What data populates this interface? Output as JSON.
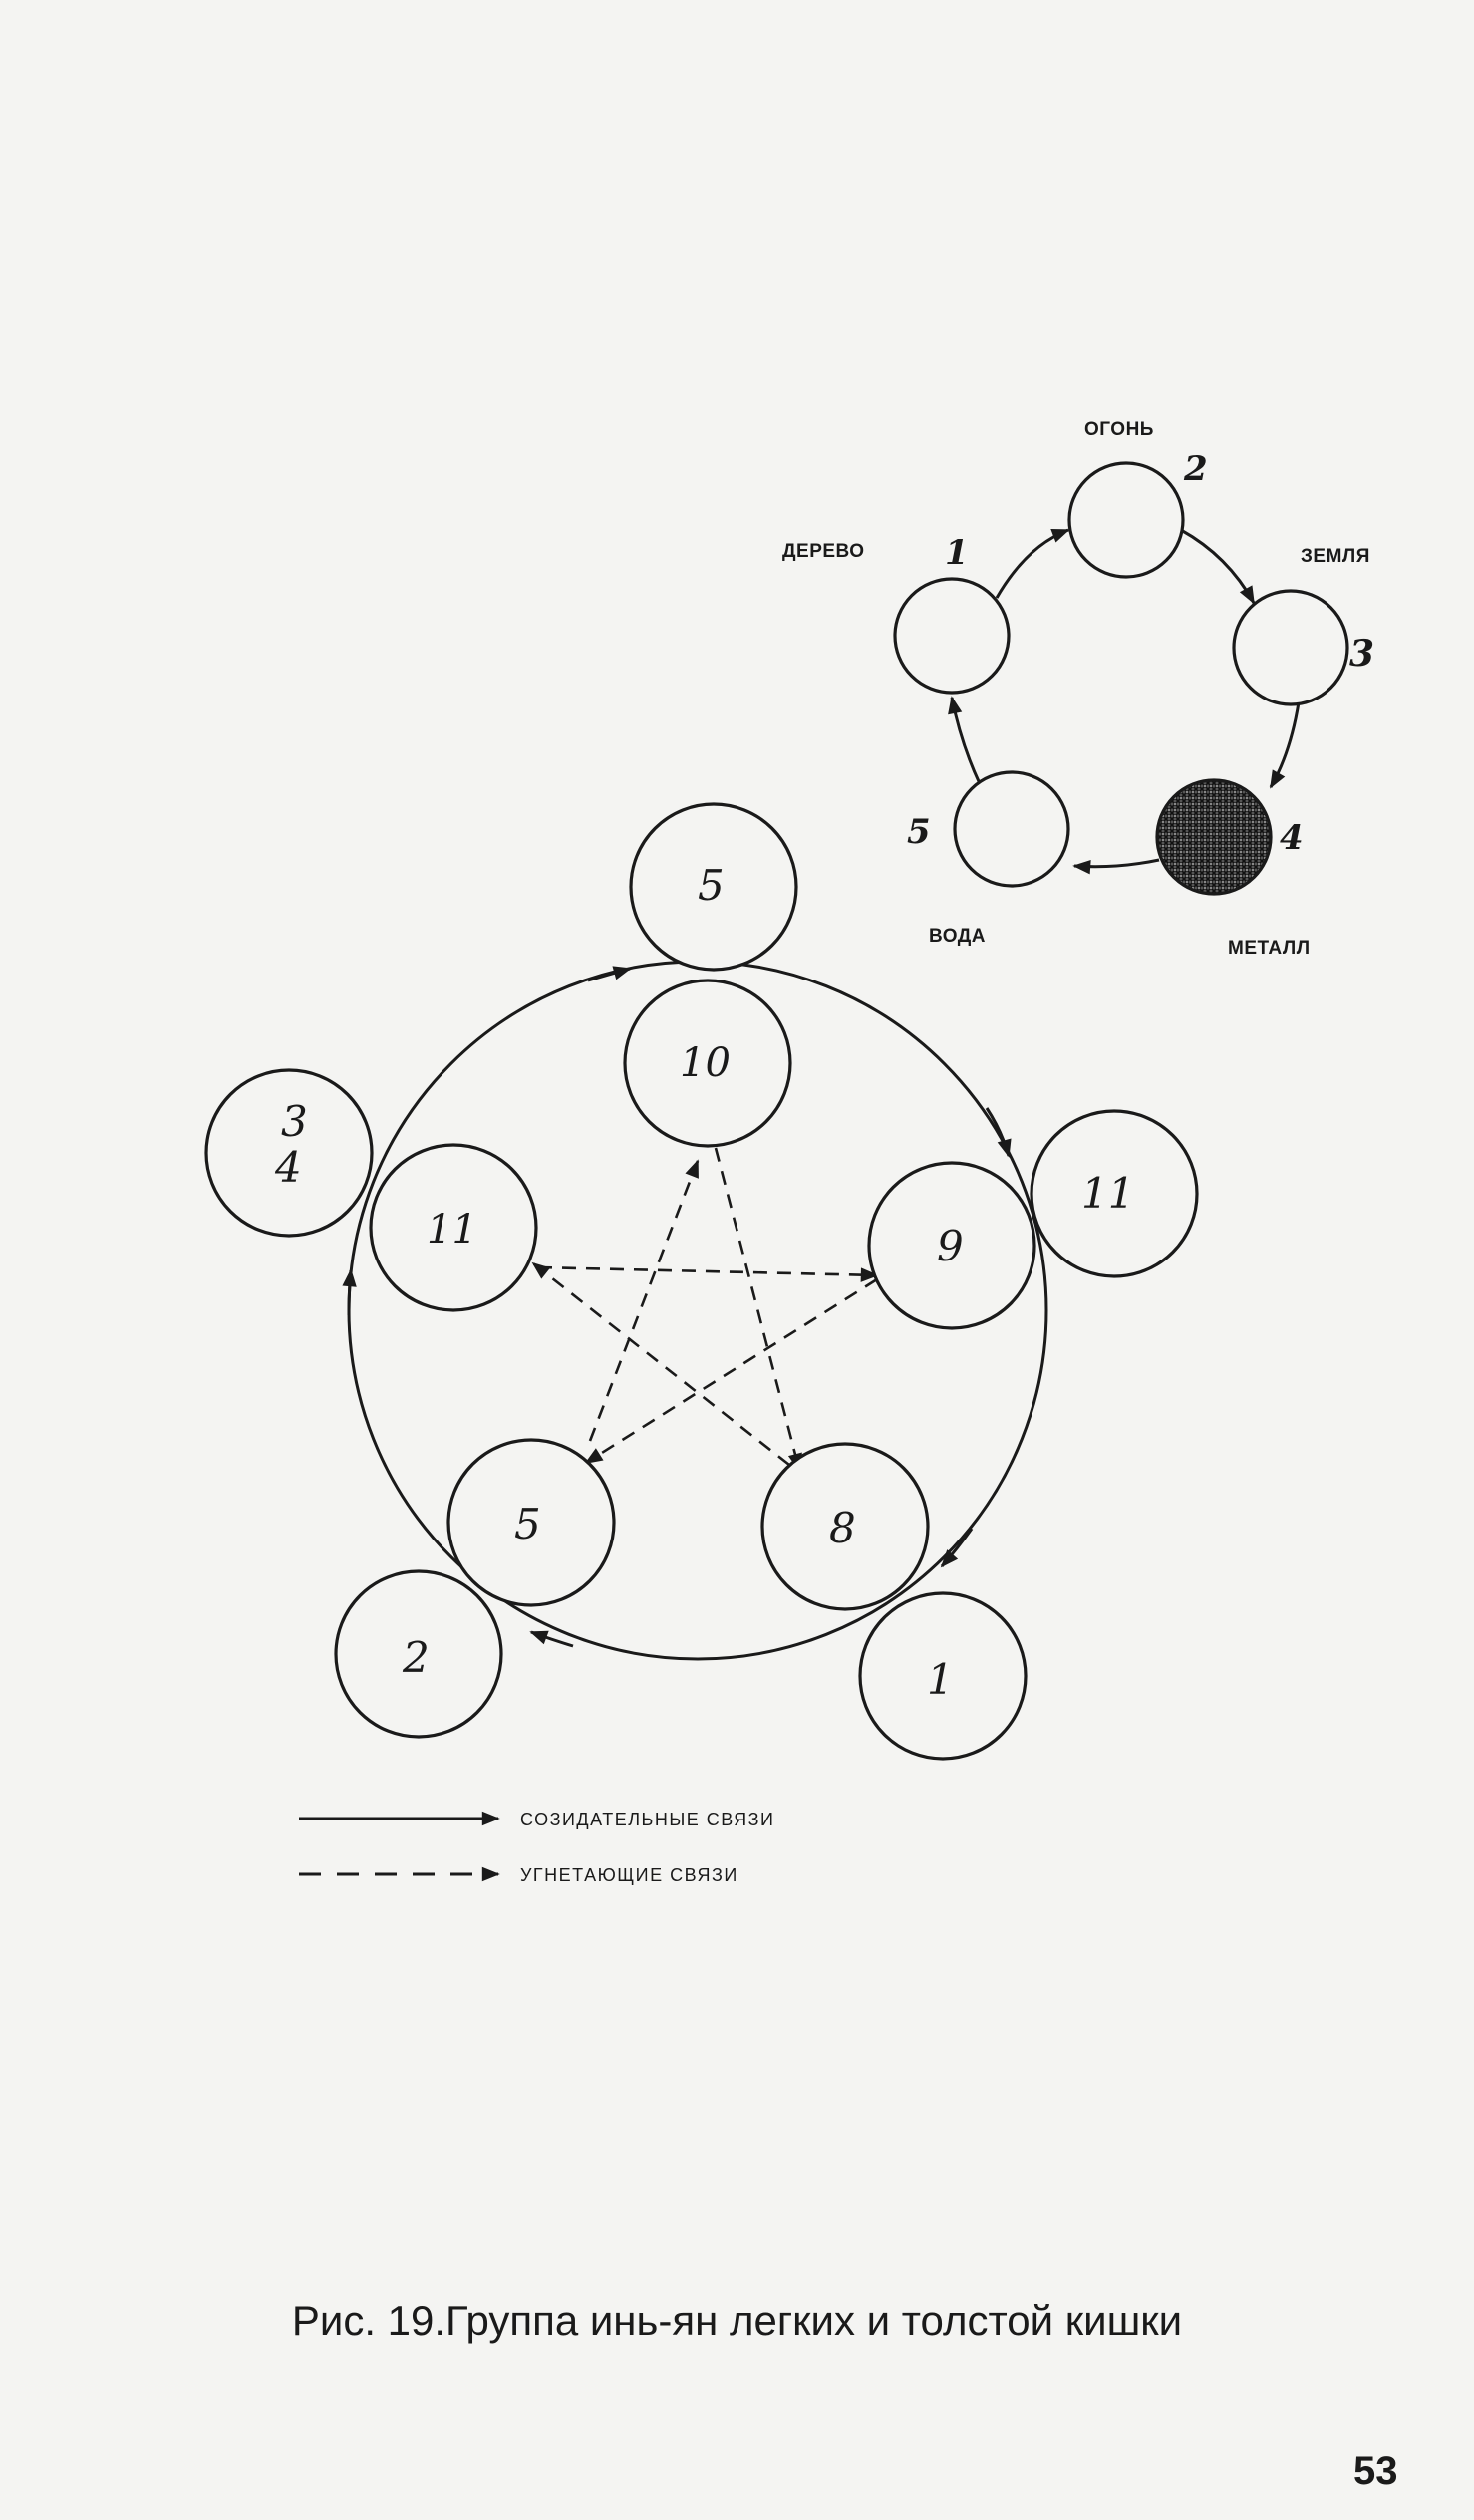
{
  "small_diagram": {
    "nodes": [
      {
        "number": "1",
        "element": "ДЕРЕВО",
        "filled": false
      },
      {
        "number": "2",
        "element": "ОГОНЬ",
        "filled": false
      },
      {
        "number": "3",
        "element": "ЗЕМЛЯ",
        "filled": false
      },
      {
        "number": "4",
        "element": "МЕТАЛЛ",
        "filled": true
      },
      {
        "number": "5",
        "element": "ВОДА",
        "filled": false
      }
    ]
  },
  "large_diagram": {
    "outer_nodes": [
      "5",
      "11",
      "1",
      "2",
      "3\n4"
    ],
    "inner_nodes": [
      "10",
      "9",
      "8",
      "5",
      "11"
    ]
  },
  "legend": {
    "solid_label": "СОЗИДАТЕЛЬНЫЕ СВЯЗИ",
    "dashed_label": "УГНЕТАЮЩИЕ СВЯЗИ"
  },
  "caption": "Рис. 19.Группа инь-ян легких и толстой кишки",
  "page_number": "53"
}
